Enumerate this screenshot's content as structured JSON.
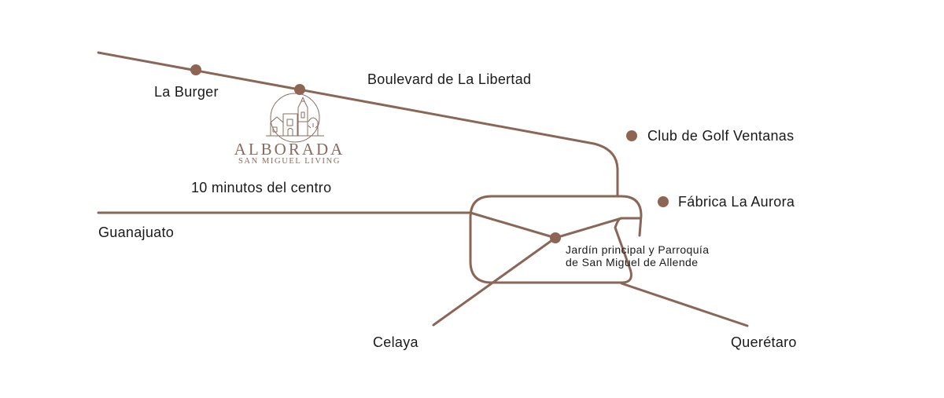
{
  "colors": {
    "road": "#8a6656",
    "marker": "#8e6452",
    "logo": "#8a6b5e",
    "text": "#1a1a1a"
  },
  "brand": {
    "name": "ALBORADA",
    "tagline": "SAN MIGUEL LIVING"
  },
  "labels": {
    "la_burger": "La Burger",
    "boulevard": "Boulevard de La Libertad",
    "club_golf": "Club de Golf Ventanas",
    "fabrica": "Fábrica La Aurora",
    "minutos": "10 minutos del centro",
    "guanajuato": "Guanajuato",
    "jardin_line1": "Jardín principal y Parroquía",
    "jardin_line2": "de San Miguel de Allende",
    "celaya": "Celaya",
    "queretaro": "Querétaro"
  },
  "icons": {
    "logo": "town-church-logo-icon",
    "marker": "location-dot-icon"
  }
}
